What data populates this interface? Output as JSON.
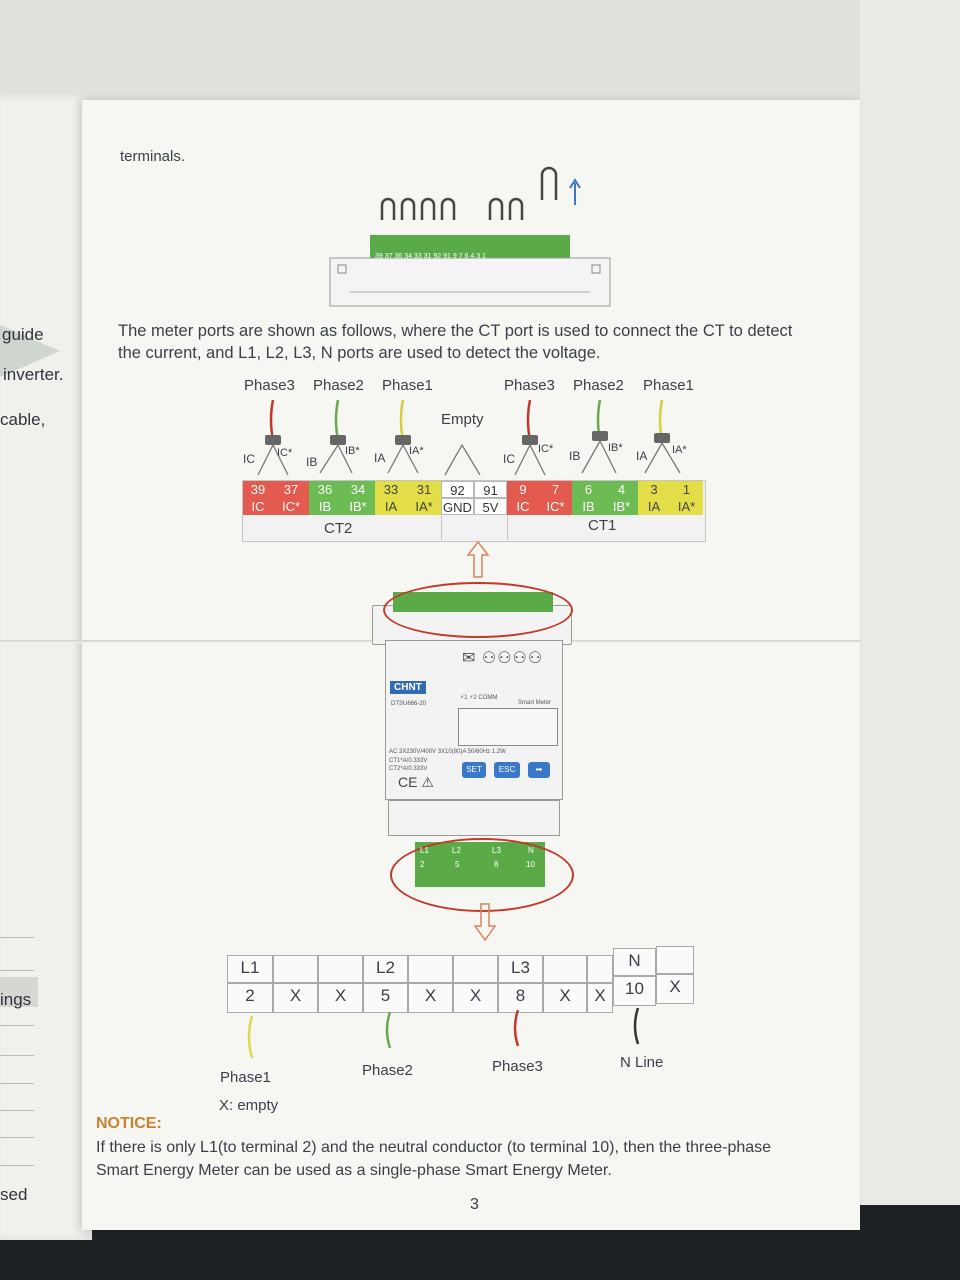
{
  "left_page": {
    "snippets": [
      "guide",
      "inverter.",
      "cable,",
      "ings",
      "sed"
    ]
  },
  "header_text": "terminals.",
  "top_module": {
    "terminal_numbers": "39 37 36 34 33 31 92 91 9 7 6 4 3 1"
  },
  "description": "The meter ports are shown as follows, where the CT port is used to connect the CT to detect the current, and L1, L2, L3, N ports are used to detect the voltage.",
  "diagram": {
    "ct2_phases": [
      "Phase3",
      "Phase2",
      "Phase1"
    ],
    "ct1_phases": [
      "Phase3",
      "Phase2",
      "Phase1"
    ],
    "empty_label": "Empty",
    "ct2_wire_labels": [
      "IC",
      "IC*",
      "IB",
      "IB*",
      "IA",
      "IA*"
    ],
    "ct1_wire_labels": [
      "IC",
      "IC*",
      "IB",
      "IB*",
      "IA",
      "IA*"
    ],
    "ct2_numbers": [
      "39",
      "37",
      "36",
      "34",
      "33",
      "31"
    ],
    "ct2_signals": [
      "IC",
      "IC*",
      "IB",
      "IB*",
      "IA",
      "IA*"
    ],
    "middle_numbers": [
      "92",
      "91"
    ],
    "middle_signals": [
      "GND",
      "5V"
    ],
    "ct1_numbers": [
      "9",
      "7",
      "6",
      "4",
      "3",
      "1"
    ],
    "ct1_signals": [
      "IC",
      "IC*",
      "IB",
      "IB*",
      "IA",
      "IA*"
    ],
    "ct2_label": "CT2",
    "ct1_label": "CT1"
  },
  "meter": {
    "brand": "CHNT",
    "model": "DTSU666-20",
    "indicators": "⚡1 ⚡2 COMM",
    "product": "Smart Meter",
    "specs": [
      "AC 3X230V/400V 3X10(80)A 50/60Hz 1.2W",
      "CT1*A/0.333V",
      "CT2*A/0.333V"
    ],
    "buttons": [
      "SET",
      "ESC"
    ],
    "bottom_labels": [
      "L1",
      "L2",
      "L3",
      "N"
    ],
    "bottom_numbers": [
      "2",
      "5",
      "8",
      "10"
    ]
  },
  "voltage_table": {
    "top_row": [
      "L1",
      "",
      "",
      "L2",
      "",
      "",
      "L3",
      "",
      "",
      "N",
      ""
    ],
    "bottom_row": [
      "2",
      "X",
      "X",
      "5",
      "X",
      "X",
      "8",
      "X",
      "X",
      "10",
      "X"
    ]
  },
  "wire_labels": [
    "Phase1",
    "Phase2",
    "Phase3",
    "N Line"
  ],
  "legend": "X: empty",
  "notice": {
    "title": "NOTICE:",
    "body": "If there is only L1(to terminal 2) and the neutral conductor (to terminal 10), then the three-phase Smart Energy Meter can be used as a single-phase Smart Energy Meter."
  },
  "page_number": "3",
  "colors": {
    "red": "#e35a4e",
    "green": "#6dbb53",
    "yellow": "#e3de48",
    "button_blue": "#3a78c8",
    "notice": "#c9822f"
  }
}
